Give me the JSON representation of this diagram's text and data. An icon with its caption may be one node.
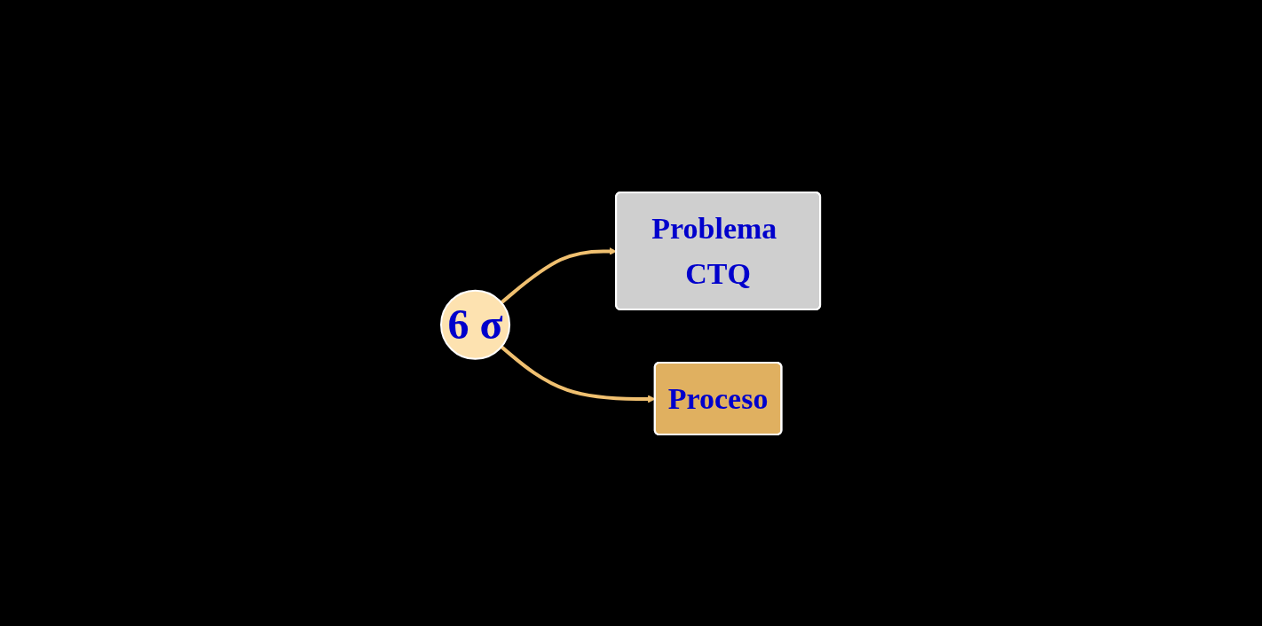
{
  "diagram": {
    "nodes": [
      {
        "text": [
          "Problema CTQ"
        ]
      },
      {
        "text": [
          "6 σ"
        ]
      },
      {
        "text": [
          "Proceso"
        ]
      }
    ],
    "edges": [
      {
        "from": 1,
        "to": 0,
        "arrow": "to"
      },
      {
        "from": 1,
        "to": 2,
        "arrow": "to"
      }
    ]
  }
}
